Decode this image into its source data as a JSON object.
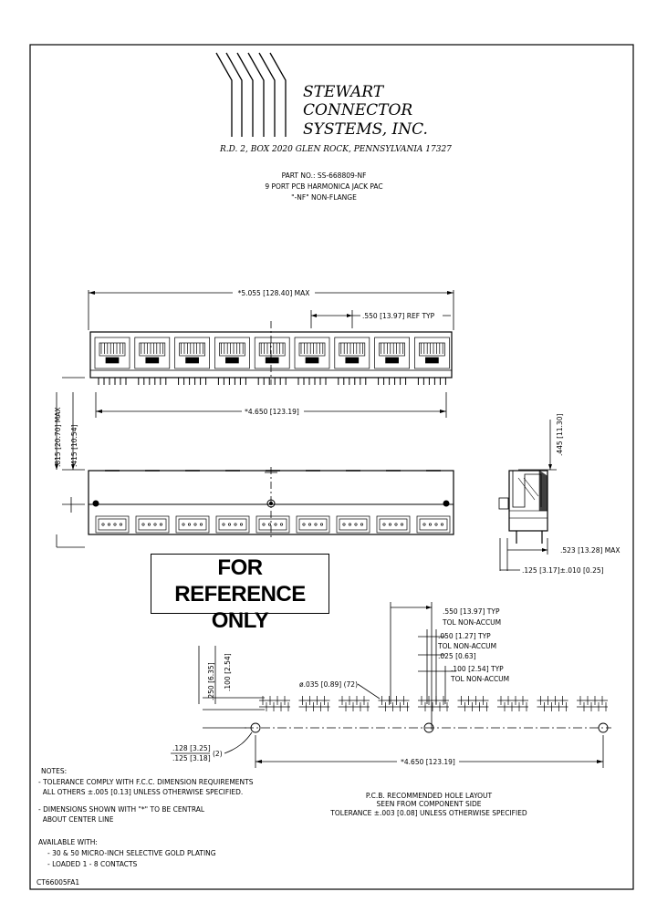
{
  "company": {
    "name_lines": [
      "STEWART",
      "CONNECTOR",
      "SYSTEMS,  INC."
    ],
    "address": "R.D. 2, BOX 2020  GLEN ROCK, PENNSYLVANIA  17327"
  },
  "part": {
    "number": "PART NO.: SS-668809-NF",
    "description": "9 PORT PCB HARMONICA JACK PAC",
    "variant": "\"-NF\"  NON-FLANGE"
  },
  "dimensions": {
    "overall_width": "*5.055 [128.40] MAX",
    "port_pitch": ".550 [13.97] REF TYP",
    "post_span": "*4.650 [123.19]",
    "height_max": ".815 [20.70] MAX",
    "height_body": ".415 [10.54]",
    "side_height": ".445 [11.30]",
    "side_depth": ".523 [13.28] MAX",
    "side_offset": ".125 [3.17]±.010 [0.25]"
  },
  "reference_stamp": [
    "FOR REFERENCE",
    "ONLY"
  ],
  "pcb_layout": {
    "pitch_lines": [
      ".550 [13.97] TYP",
      "TOL NON-ACCUM"
    ],
    "contact_pitch_lines": [
      ".050 [1.27] TYP",
      "TOL NON-ACCUM"
    ],
    "offset": ".025 [0.63]",
    "row_pitch_lines": [
      ".100 [2.54] TYP",
      "TOL NON-ACCUM"
    ],
    "hole_dia": "ø.035 [0.89] (72)",
    "row_dim_a": ".250 [6.35]",
    "row_dim_b": ".100 [2.54]",
    "post_hole_a": ".128 [3.25]",
    "post_hole_b": ".125 [3.18]",
    "post_hole_count": "(2)",
    "post_span": "*4.650 [123.19]",
    "caption_lines": [
      "P.C.B. RECOMMENDED HOLE LAYOUT",
      "SEEN FROM COMPONENT SIDE",
      "TOLERANCE ±.003 [0.08] UNLESS OTHERWISE SPECIFIED"
    ]
  },
  "notes": {
    "heading": "NOTES:",
    "lines": [
      "- TOLERANCE COMPLY WITH F.C.C. DIMENSION REQUIREMENTS",
      "  ALL OTHERS ±.005 [0.13] UNLESS OTHERWISE SPECIFIED.",
      "- DIMENSIONS SHOWN WITH \"*\" TO BE CENTRAL",
      "  ABOUT CENTER LINE"
    ],
    "available_heading": "AVAILABLE WITH:",
    "available_lines": [
      "- 30 & 50 MICRO-INCH SELECTIVE GOLD PLATING",
      "- LOADED  1 - 8 CONTACTS"
    ]
  },
  "drawing_code": "CT66005FA1"
}
